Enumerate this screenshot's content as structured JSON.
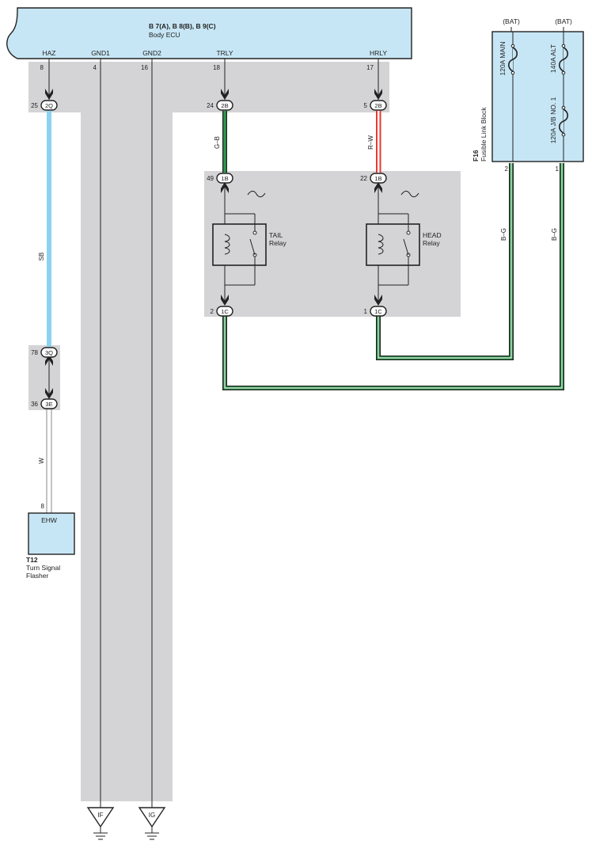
{
  "ecu": {
    "code": "B 7(A), B 8(B), B 9(C)",
    "name": "Body ECU",
    "terminals": [
      "HAZ",
      "GND1",
      "GND2",
      "TRLY",
      "HRLY"
    ],
    "pins": [
      "8",
      "4",
      "16",
      "18",
      "17"
    ]
  },
  "connectors": [
    {
      "pin": "25",
      "code": "2Q"
    },
    {
      "pin": "24",
      "code": "2B"
    },
    {
      "pin": "5",
      "code": "2B"
    },
    {
      "pin": "49",
      "code": "1B"
    },
    {
      "pin": "22",
      "code": "1B"
    },
    {
      "pin": "2",
      "code": "1C"
    },
    {
      "pin": "1",
      "code": "1C"
    },
    {
      "pin": "78",
      "code": "3Q"
    },
    {
      "pin": "36",
      "code": "3E"
    }
  ],
  "wires": {
    "haz": "SB",
    "trly": "G–B",
    "hrly": "R–W",
    "flasher": "W",
    "fuse_left": "B–G",
    "fuse_right": "B–G"
  },
  "relays": {
    "tail": {
      "line1": "TAIL",
      "line2": "Relay"
    },
    "head": {
      "line1": "HEAD",
      "line2": "Relay"
    }
  },
  "fusible_block": {
    "code": "F16",
    "name": "Fusible Link Block",
    "bat_left": "(BAT)",
    "bat_right": "(BAT)",
    "fuse_main": "120A MAIN",
    "fuse_alt": "140A ALT",
    "fuse_jb": "120A J/B NO. 1",
    "pin_left": "2",
    "pin_right": "1"
  },
  "flasher": {
    "code": "T12",
    "line1": "Turn Signal",
    "line2": "Flasher",
    "label": "EHW",
    "pin": "8"
  },
  "grounds": [
    "IF",
    "IG"
  ],
  "colors": {
    "ecu_fill": "#c7e6f5",
    "shade": "#d4d4d6",
    "wire_sb": "#8dd3f0",
    "wire_green": "#2e9a4c",
    "wire_red": "#e53935",
    "outline": "#222222"
  }
}
